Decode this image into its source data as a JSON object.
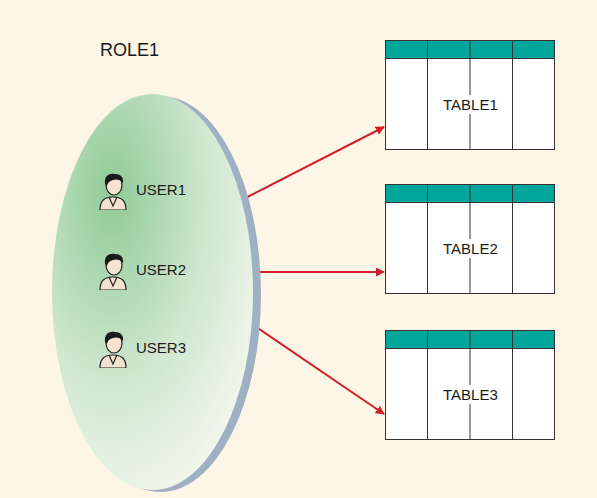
{
  "diagram": {
    "nodes": [
      {
        "text": [
          "ROLE1"
        ]
      },
      {
        "text": [
          "USER1"
        ],
        "in": 0
      },
      {
        "text": [
          "USER2"
        ],
        "in": 0
      },
      {
        "text": [
          "USER3"
        ],
        "in": 0
      },
      {
        "text": [
          "TABLE1"
        ]
      },
      {
        "text": [
          "TABLE2"
        ]
      },
      {
        "text": [
          "TABLE3"
        ]
      }
    ],
    "edges": [
      {
        "from": 0,
        "to": 4,
        "arrow": "to"
      },
      {
        "from": 0,
        "to": 5,
        "arrow": "to"
      },
      {
        "from": 0,
        "to": 6,
        "arrow": "to"
      }
    ]
  }
}
